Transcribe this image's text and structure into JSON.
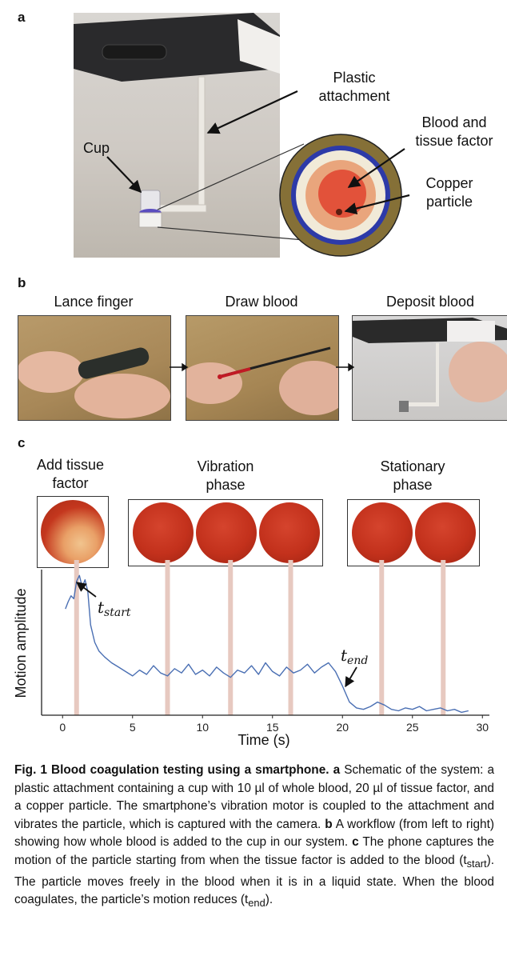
{
  "panels": {
    "a": {
      "letter": "a",
      "labels": {
        "plastic_attachment": [
          "Plastic",
          "attachment"
        ],
        "cup": "Cup",
        "blood_tissue": [
          "Blood and",
          "tissue factor"
        ],
        "copper_particle": [
          "Copper",
          "particle"
        ]
      }
    },
    "b": {
      "letter": "b",
      "steps": [
        "Lance finger",
        "Draw blood",
        "Deposit blood"
      ]
    },
    "c": {
      "letter": "c",
      "stages": {
        "add_tissue": [
          "Add tissue",
          "factor"
        ],
        "vibration": [
          "Vibration",
          "phase"
        ],
        "stationary": [
          "Stationary",
          "phase"
        ]
      },
      "annotations": {
        "tstart_base": "t",
        "tstart_sub": "start",
        "tend_base": "t",
        "tend_sub": "end"
      }
    }
  },
  "chart_data": {
    "type": "line",
    "xlabel": "Time (s)",
    "ylabel": "Motion amplitude",
    "xlim": [
      -1.5,
      30.5
    ],
    "xticks": [
      0,
      5,
      10,
      15,
      20,
      25,
      30
    ],
    "xtick_labels": [
      "0",
      "5",
      "10",
      "15",
      "20",
      "25",
      "30"
    ],
    "ylim": [
      0,
      1
    ],
    "line_color": "#4a6fb3",
    "highlight_color": "#e7c9c0",
    "frame_markers_x": [
      1.0,
      7.5,
      12.0,
      16.3,
      22.8,
      27.2
    ],
    "series": [
      {
        "x": [
          0.2,
          0.4,
          0.6,
          0.8,
          1.0,
          1.2,
          1.4,
          1.6,
          1.8,
          2.0,
          2.3,
          2.6,
          3.0,
          3.5,
          4.0,
          4.5,
          5.0,
          5.5,
          6.0,
          6.5,
          7.0,
          7.5,
          8.0,
          8.5,
          9.0,
          9.5,
          10.0,
          10.5,
          11.0,
          11.5,
          12.0,
          12.5,
          13.0,
          13.5,
          14.0,
          14.5,
          15.0,
          15.5,
          16.0,
          16.5,
          17.0,
          17.5,
          18.0,
          18.5,
          19.0,
          19.5,
          20.0,
          20.5,
          21.0,
          21.5,
          22.0,
          22.5,
          23.0,
          23.5,
          24.0,
          24.5,
          25.0,
          25.5,
          26.0,
          26.5,
          27.0,
          27.5,
          28.0,
          28.5,
          29.0
        ],
        "y": [
          0.73,
          0.78,
          0.82,
          0.8,
          0.92,
          0.96,
          0.88,
          0.93,
          0.85,
          0.62,
          0.5,
          0.44,
          0.4,
          0.36,
          0.33,
          0.3,
          0.27,
          0.31,
          0.28,
          0.34,
          0.29,
          0.27,
          0.32,
          0.29,
          0.35,
          0.28,
          0.31,
          0.27,
          0.33,
          0.29,
          0.26,
          0.31,
          0.29,
          0.34,
          0.28,
          0.36,
          0.3,
          0.27,
          0.33,
          0.29,
          0.31,
          0.35,
          0.29,
          0.33,
          0.36,
          0.3,
          0.2,
          0.09,
          0.05,
          0.04,
          0.06,
          0.09,
          0.07,
          0.04,
          0.03,
          0.05,
          0.04,
          0.06,
          0.03,
          0.04,
          0.05,
          0.03,
          0.04,
          0.02,
          0.03
        ]
      }
    ]
  },
  "caption": {
    "lead": "Fig. 1 Blood coagulation testing using a smartphone.",
    "a_letter": "a",
    "a_text": "Schematic of the system: a plastic attachment containing a cup with 10 µl of whole blood, 20 µl of tissue factor, and a copper particle. The smartphone’s vibration motor is coupled to the attachment and vibrates the particle, which is captured with the camera.",
    "b_letter": "b",
    "b_text": "A workflow (from left to right) showing how whole blood is added to the cup in our system.",
    "c_letter": "c",
    "c_text_1": "The phone captures the motion of the particle starting from when the tissue factor is added to the blood (t",
    "c_sub_start": "start",
    "c_text_2": "). The particle moves freely in the blood when it is in a liquid state. When the blood coagulates, the particle’s motion reduces (t",
    "c_sub_end": "end",
    "c_text_3": ")."
  }
}
